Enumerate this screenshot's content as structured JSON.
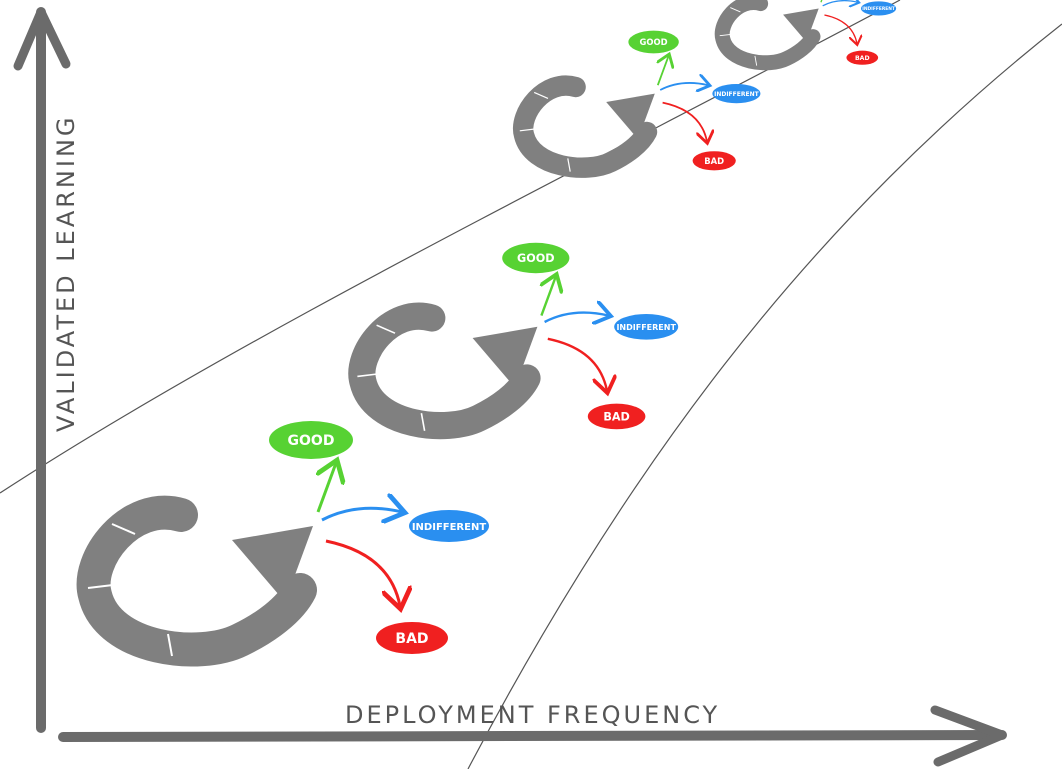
{
  "axes": {
    "y_label": "VALIDATED LEARNING",
    "x_label": "DEPLOYMENT FREQUENCY"
  },
  "outcomes": {
    "good": "GOOD",
    "indifferent": "INDIFFERENT",
    "bad": "BAD"
  },
  "colors": {
    "axis": "#6b6b6b",
    "loop": "#808080",
    "good": "#57d233",
    "indifferent": "#2a8ff0",
    "bad": "#f02020",
    "boundary": "#555555"
  },
  "loops_count": 4
}
